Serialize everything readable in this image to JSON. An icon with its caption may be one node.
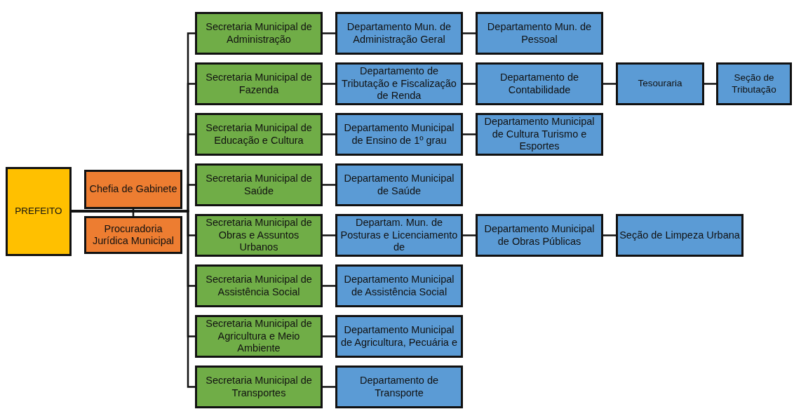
{
  "diagram": {
    "nodes": [
      {
        "text": [
          "PREFEITO"
        ]
      },
      {
        "text": [
          "Chefia  de Gabinete"
        ]
      },
      {
        "text": [
          "Procuradoria Jurídica Municipal"
        ]
      },
      {
        "text": [
          "Secretaria Municipal de Administração"
        ]
      },
      {
        "text": [
          "Departamento Mun. de Administração Geral"
        ]
      },
      {
        "text": [
          "Departamento Mun. de Pessoal"
        ]
      },
      {
        "text": [
          "Secretaria Municipal de Fazenda"
        ]
      },
      {
        "text": [
          "Departamento de Tributação e Fiscalização de Renda"
        ]
      },
      {
        "text": [
          "Departamento de Contabilidade"
        ]
      },
      {
        "text": [
          "Tesouraria"
        ]
      },
      {
        "text": [
          "Seção de Tributação"
        ]
      },
      {
        "text": [
          "Secretaria Municipal de Educação e Cultura"
        ]
      },
      {
        "text": [
          "Departamento Municipal de Ensino de 1º grau"
        ]
      },
      {
        "text": [
          "Departamento Municipal de Cultura Turismo e Esportes"
        ]
      },
      {
        "text": [
          "Secretaria Municipal de Saúde"
        ]
      },
      {
        "text": [
          "Departamento Municipal de Saúde"
        ]
      },
      {
        "text": [
          "Secretaria Municipal de Obras e Assuntos Urbanos"
        ]
      },
      {
        "text": [
          "Departam. Mun. de Posturas e Licenciamento de"
        ]
      },
      {
        "text": [
          "Departamento Municipal de Obras Públicas"
        ]
      },
      {
        "text": [
          "Seção de Limpeza Urbana"
        ]
      },
      {
        "text": [
          "Secretaria Municipal de Assistência Social"
        ]
      },
      {
        "text": [
          "Departamento Municipal de Assistência Social"
        ]
      },
      {
        "text": [
          "Secretaria Municipal de Agricultura e Meio Ambiente"
        ]
      },
      {
        "text": [
          "Departamento Municipal de Agricultura, Pecuária e"
        ]
      },
      {
        "text": [
          "Secretaria Municipal de Transportes"
        ]
      },
      {
        "text": [
          "Departamento de Transporte"
        ]
      }
    ],
    "edges": [
      {
        "from": 0,
        "to": 1,
        "arrow": "none"
      },
      {
        "from": 0,
        "to": 2,
        "arrow": "none"
      },
      {
        "from": 0,
        "to": 3,
        "arrow": "none"
      },
      {
        "from": 0,
        "to": 6,
        "arrow": "none"
      },
      {
        "from": 0,
        "to": 11,
        "arrow": "none"
      },
      {
        "from": 0,
        "to": 14,
        "arrow": "none"
      },
      {
        "from": 0,
        "to": 16,
        "arrow": "none"
      },
      {
        "from": 0,
        "to": 20,
        "arrow": "none"
      },
      {
        "from": 0,
        "to": 22,
        "arrow": "none"
      },
      {
        "from": 0,
        "to": 24,
        "arrow": "none"
      },
      {
        "from": 3,
        "to": 4,
        "arrow": "none"
      },
      {
        "from": 4,
        "to": 5,
        "arrow": "none"
      },
      {
        "from": 6,
        "to": 7,
        "arrow": "none"
      },
      {
        "from": 7,
        "to": 8,
        "arrow": "none"
      },
      {
        "from": 8,
        "to": 9,
        "arrow": "none"
      },
      {
        "from": 9,
        "to": 10,
        "arrow": "none"
      },
      {
        "from": 11,
        "to": 12,
        "arrow": "none"
      },
      {
        "from": 12,
        "to": 13,
        "arrow": "none"
      },
      {
        "from": 14,
        "to": 15,
        "arrow": "none"
      },
      {
        "from": 16,
        "to": 17,
        "arrow": "none"
      },
      {
        "from": 17,
        "to": 18,
        "arrow": "none"
      },
      {
        "from": 18,
        "to": 19,
        "arrow": "none"
      },
      {
        "from": 20,
        "to": 21,
        "arrow": "none"
      },
      {
        "from": 22,
        "to": 23,
        "arrow": "none"
      },
      {
        "from": 24,
        "to": 25,
        "arrow": "none"
      }
    ]
  }
}
